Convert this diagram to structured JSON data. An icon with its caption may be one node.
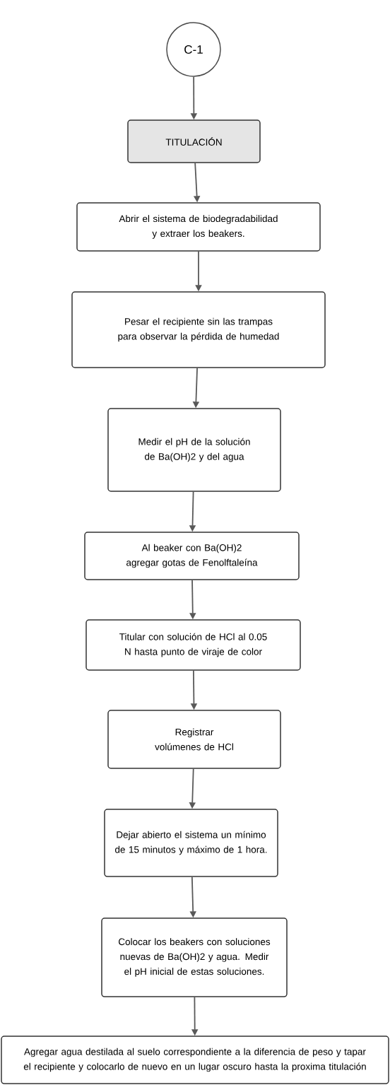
{
  "diagram": {
    "nodes": [
      {
        "text": [
          "C-1"
        ]
      },
      {
        "text": [
          "TITULACIÓN"
        ]
      },
      {
        "text": [
          "Abrir el sistema de biodegradabilidad y extraer los beakers."
        ]
      },
      {
        "text": [
          "Pesar el recipiente sin las trampas para observar la pérdida de humedad"
        ]
      },
      {
        "text": [
          "Medir el pH de la solución de Ba(OH)2 y del agua"
        ]
      },
      {
        "text": [
          "Al beaker con Ba(OH)2 agregar gotas de Fenolftaleína"
        ]
      },
      {
        "text": [
          "Titular con solución de HCl al 0.05 N hasta punto de viraje de color"
        ]
      },
      {
        "text": [
          "Registrar volúmenes de HCl"
        ]
      },
      {
        "text": [
          "Dejar abierto el sistema un mínimo de 15 minutos y máximo de 1 hora."
        ]
      },
      {
        "text": [
          "Colocar los beakers con soluciones nuevas de Ba(OH)2 y agua. Medir el pH inicial de estas soluciones."
        ]
      },
      {
        "text": [
          "Agregar agua destilada al suelo correspondiente a la diferencia de peso y tapar el recipiente y colocarlo de nuevo en un lugar oscuro hasta la proxima titulación"
        ]
      }
    ],
    "edges": [
      {
        "from": 0,
        "to": 1,
        "arrow": "to"
      },
      {
        "from": 1,
        "to": 2,
        "arrow": "to"
      },
      {
        "from": 2,
        "to": 3,
        "arrow": "to"
      },
      {
        "from": 3,
        "to": 4,
        "arrow": "to"
      },
      {
        "from": 4,
        "to": 5,
        "arrow": "to"
      },
      {
        "from": 5,
        "to": 6,
        "arrow": "to"
      },
      {
        "from": 6,
        "to": 7,
        "arrow": "to"
      },
      {
        "from": 7,
        "to": 8,
        "arrow": "to"
      },
      {
        "from": 8,
        "to": 9,
        "arrow": "to"
      },
      {
        "from": 9,
        "to": 10,
        "arrow": "to"
      }
    ]
  }
}
